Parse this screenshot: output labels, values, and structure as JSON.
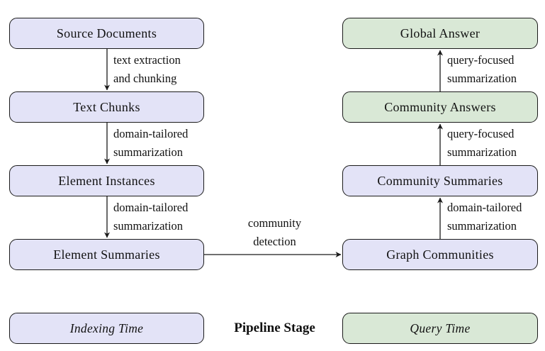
{
  "colors": {
    "indexing_fill": "#e3e3f7",
    "query_fill": "#d9e8d6",
    "border": "#1a1a1a",
    "text": "#111111",
    "background": "#ffffff"
  },
  "nodes": {
    "source_documents": {
      "label": "Source Documents",
      "type": "indexing"
    },
    "text_chunks": {
      "label": "Text Chunks",
      "type": "indexing"
    },
    "element_instances": {
      "label": "Element Instances",
      "type": "indexing"
    },
    "element_summaries": {
      "label": "Element Summaries",
      "type": "indexing"
    },
    "graph_communities": {
      "label": "Graph Communities",
      "type": "indexing"
    },
    "community_summaries": {
      "label": "Community Summaries",
      "type": "indexing"
    },
    "community_answers": {
      "label": "Community Answers",
      "type": "query"
    },
    "global_answer": {
      "label": "Global Answer",
      "type": "query"
    }
  },
  "edges": {
    "source_to_chunks": {
      "line1": "text extraction",
      "line2": "and chunking"
    },
    "chunks_to_instances": {
      "line1": "domain-tailored",
      "line2": "summarization"
    },
    "instances_to_summaries": {
      "line1": "domain-tailored",
      "line2": "summarization"
    },
    "summaries_to_communities": {
      "line1": "community",
      "line2": "detection"
    },
    "communities_to_comm_summaries": {
      "line1": "domain-tailored",
      "line2": "summarization"
    },
    "comm_summaries_to_comm_answers": {
      "line1": "query-focused",
      "line2": "summarization"
    },
    "comm_answers_to_global": {
      "line1": "query-focused",
      "line2": "summarization"
    }
  },
  "legend": {
    "indexing_time": "Indexing Time",
    "pipeline_stage": "Pipeline Stage",
    "query_time": "Query Time"
  }
}
